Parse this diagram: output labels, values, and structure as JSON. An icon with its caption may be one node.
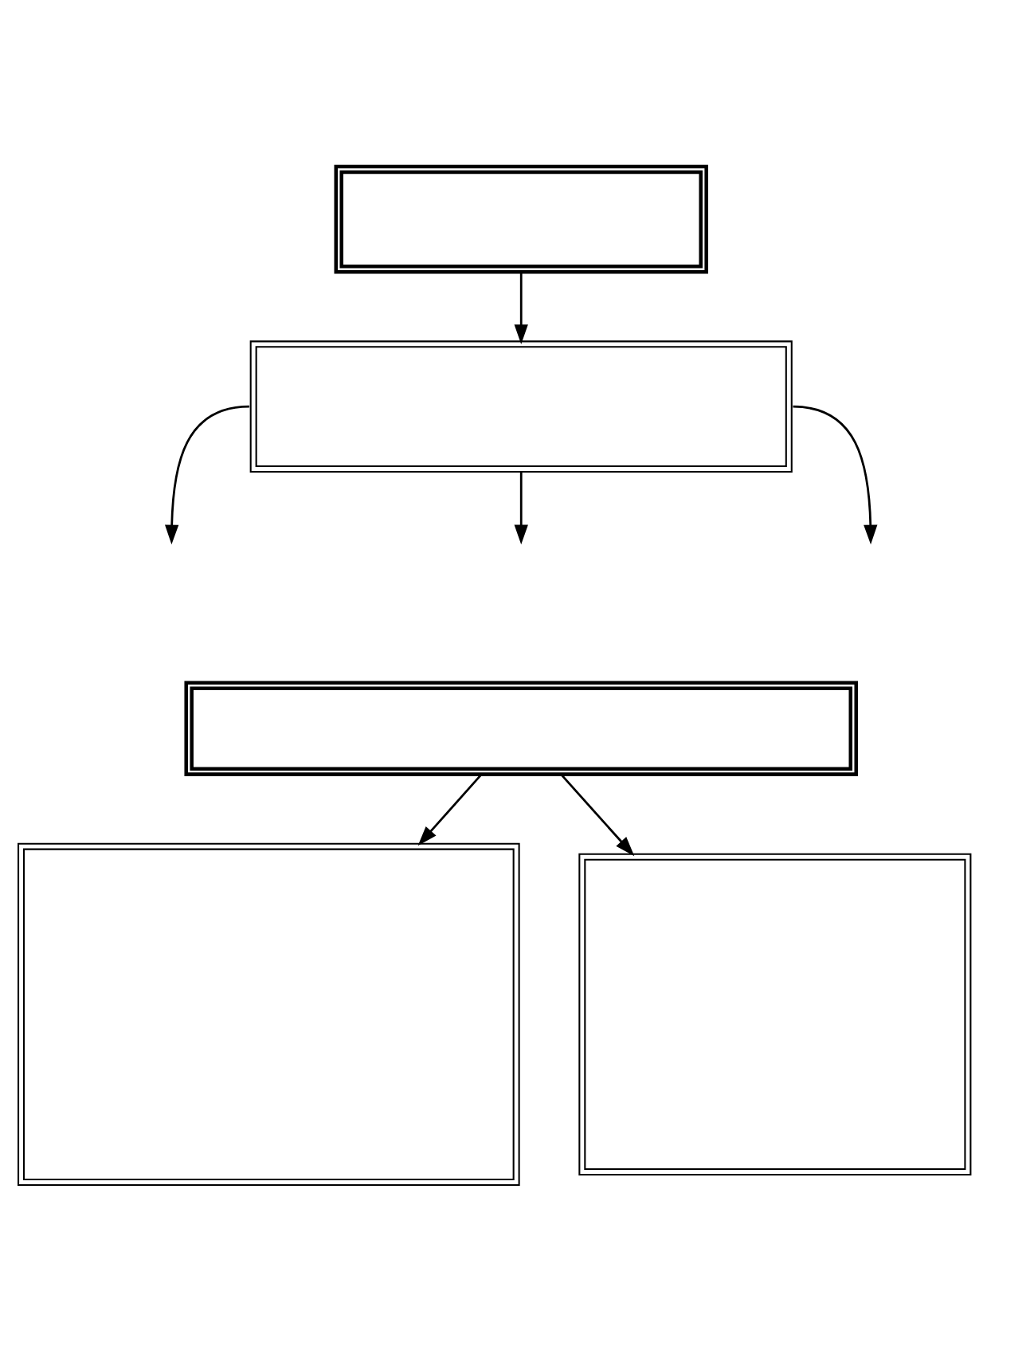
{
  "diagram": {
    "nodes": [
      {
        "text": [],
        "shape": "box"
      },
      {
        "text": [],
        "shape": "box"
      },
      {
        "text": [],
        "shape": "box"
      },
      {
        "text": [],
        "shape": "box"
      },
      {
        "text": [],
        "shape": "box"
      }
    ],
    "edges": [
      {
        "from": 0,
        "to": 1,
        "arrow": "to"
      },
      {
        "from": 1,
        "to": null,
        "arrow": "to"
      },
      {
        "from": 1,
        "to": null,
        "arrow": "to"
      },
      {
        "from": 1,
        "to": null,
        "arrow": "to"
      },
      {
        "from": 2,
        "to": 3,
        "arrow": "to"
      },
      {
        "from": 2,
        "to": 4,
        "arrow": "to"
      }
    ]
  }
}
